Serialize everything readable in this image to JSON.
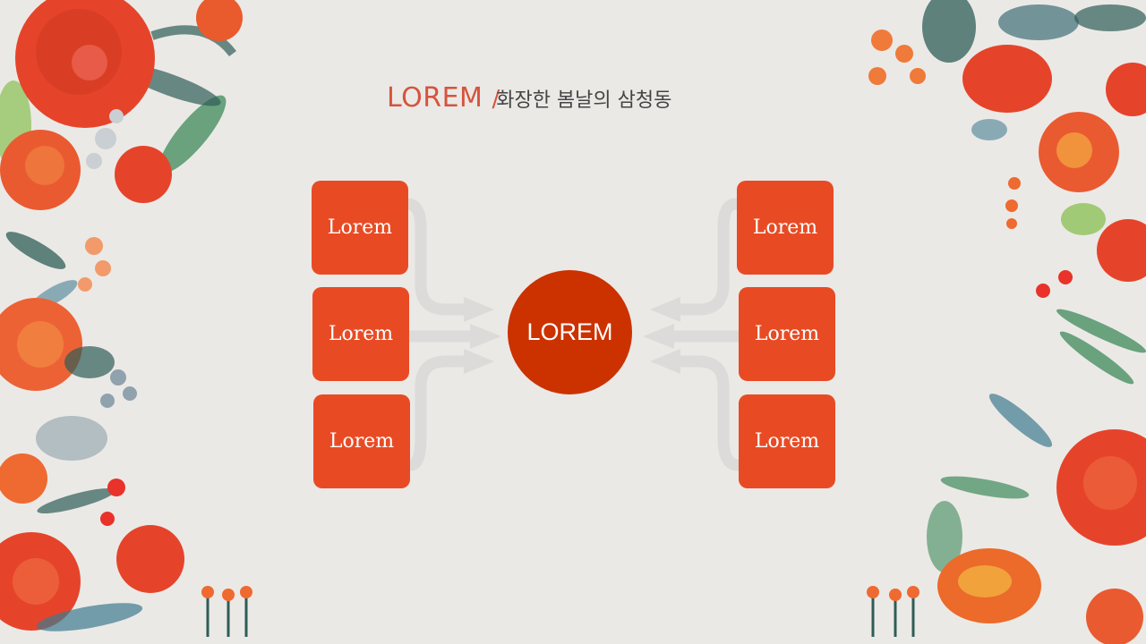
{
  "title": {
    "main": "LOREM",
    "slash": "/",
    "sub": "화장한 봄날의 삼청동"
  },
  "diagram": {
    "center_label": "LOREM",
    "left_boxes": [
      "Lorem",
      "Lorem",
      "Lorem"
    ],
    "right_boxes": [
      "Lorem",
      "Lorem",
      "Lorem"
    ]
  },
  "colors": {
    "background": "#ebe9e6",
    "box": "#e84b24",
    "center": "#cb3200",
    "arrow": "#dcdbd9",
    "title_accent": "#d6543d"
  }
}
